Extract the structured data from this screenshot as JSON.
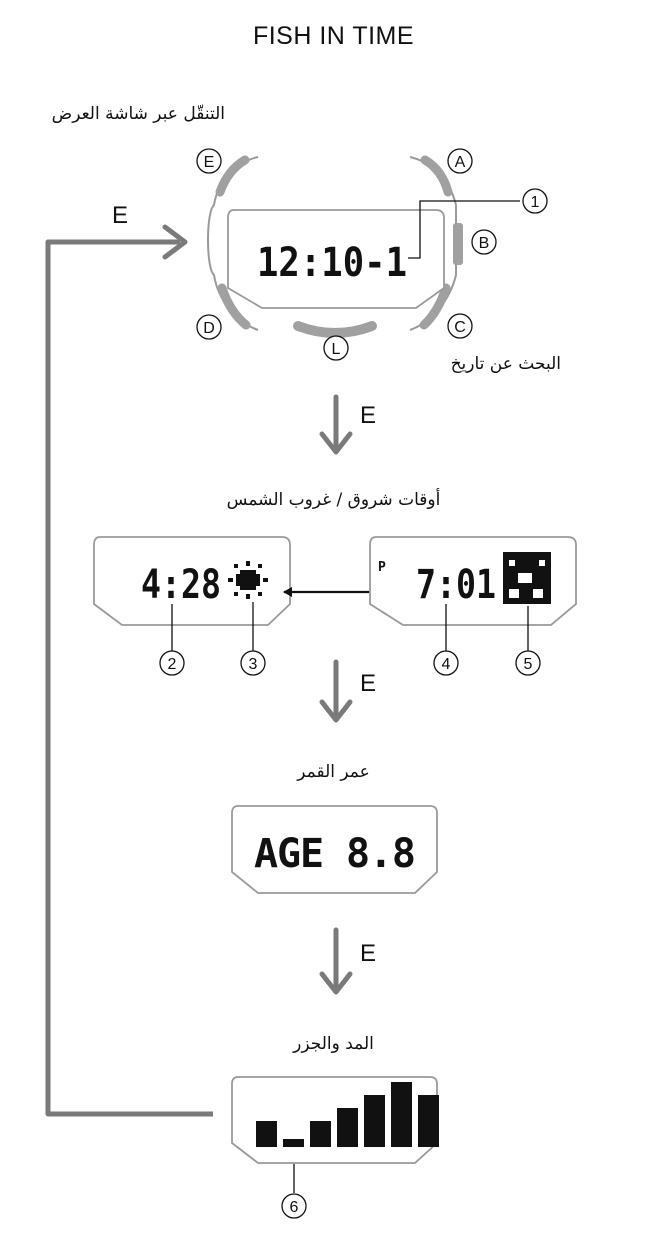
{
  "title": "FISH IN TIME",
  "labels": {
    "navigate": "التنقّل عبر شاشة العرض",
    "date_search": "البحث عن تاريخ",
    "sunrise_sunset": "أوقات شروق / غروب الشمس",
    "moon_age": "عمر القمر",
    "tide": "المد والجزر"
  },
  "step_label": "E",
  "buttons": {
    "e": "E",
    "a": "A",
    "b": "B",
    "c": "C",
    "d": "D",
    "l": "L"
  },
  "displays": {
    "date": "12:10-1",
    "sunrise_time": "4:28",
    "sunset_prefix": "P",
    "sunset_time": "7:01",
    "moon": "AGE 8.8"
  },
  "callouts": [
    "1",
    "2",
    "3",
    "4",
    "5",
    "6"
  ],
  "tide_levels": [
    2,
    1,
    2,
    3,
    4,
    5,
    4
  ],
  "colors": {
    "arrow": "#7a7a7a",
    "outline": "#9a9a9a",
    "button": "#a0a0a0",
    "ink": "#111111"
  }
}
